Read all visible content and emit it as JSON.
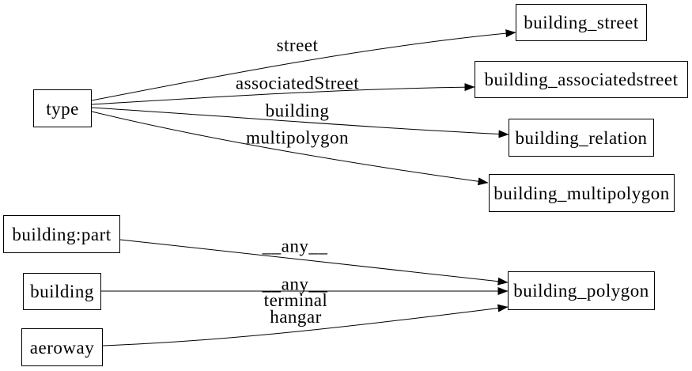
{
  "diagram": {
    "background_color": "#ffffff",
    "line_color": "#000000",
    "nodes": [
      {
        "id": "type",
        "label": "type"
      },
      {
        "id": "building_street",
        "label": "building_street"
      },
      {
        "id": "building_associatedstreet",
        "label": "building_associatedstreet"
      },
      {
        "id": "building_relation",
        "label": "building_relation"
      },
      {
        "id": "building_multipolygon",
        "label": "building_multipolygon"
      },
      {
        "id": "building:part",
        "label": "building:part"
      },
      {
        "id": "building",
        "label": "building"
      },
      {
        "id": "aeroway",
        "label": "aeroway"
      },
      {
        "id": "building_polygon",
        "label": "building_polygon"
      }
    ],
    "edges": [
      {
        "from": "type",
        "to": "building_street",
        "label": "street"
      },
      {
        "from": "type",
        "to": "building_associatedstreet",
        "label": "associatedStreet"
      },
      {
        "from": "type",
        "to": "building_relation",
        "label": "building"
      },
      {
        "from": "type",
        "to": "building_multipolygon",
        "label": "multipolygon"
      },
      {
        "from": "building:part",
        "to": "building_polygon",
        "label": "__any__"
      },
      {
        "from": "building",
        "to": "building_polygon",
        "label": "__any__"
      },
      {
        "from": "aeroway",
        "to": "building_polygon",
        "label": "terminal\nhangar"
      }
    ]
  }
}
